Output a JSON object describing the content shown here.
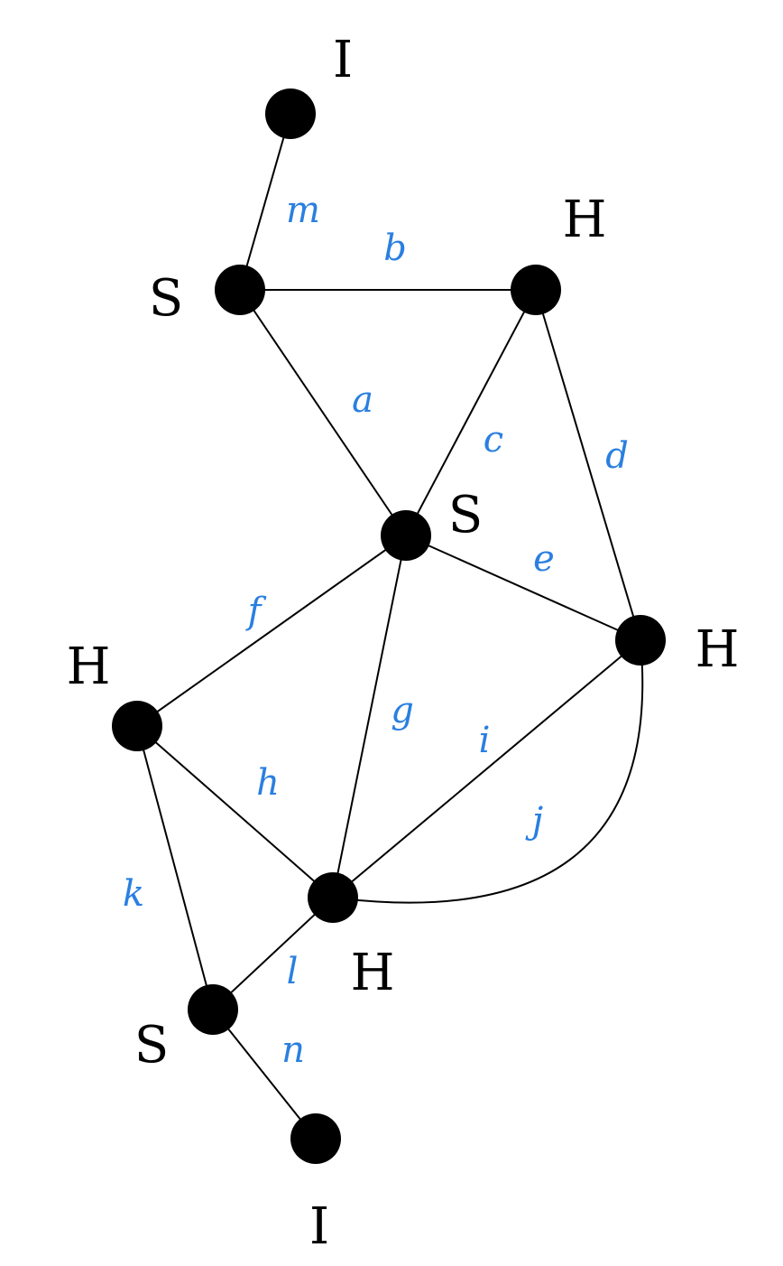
{
  "colors": {
    "node": "#000000",
    "edge": "#000000",
    "edge_label": "#2a7fe0",
    "background": "#ffffff"
  },
  "nodes": [
    {
      "id": "n1",
      "label": "I"
    },
    {
      "id": "n2",
      "label": "S"
    },
    {
      "id": "n3",
      "label": "H"
    },
    {
      "id": "n4",
      "label": "S"
    },
    {
      "id": "n5",
      "label": "H"
    },
    {
      "id": "n6",
      "label": "H"
    },
    {
      "id": "n7",
      "label": "H"
    },
    {
      "id": "n8",
      "label": "S"
    },
    {
      "id": "n9",
      "label": "I"
    }
  ],
  "edges": [
    {
      "id": "m",
      "label": "m",
      "from": "n1",
      "to": "n2"
    },
    {
      "id": "b",
      "label": "b",
      "from": "n2",
      "to": "n3"
    },
    {
      "id": "a",
      "label": "a",
      "from": "n2",
      "to": "n4"
    },
    {
      "id": "c",
      "label": "c",
      "from": "n3",
      "to": "n4"
    },
    {
      "id": "d",
      "label": "d",
      "from": "n3",
      "to": "n5"
    },
    {
      "id": "e",
      "label": "e",
      "from": "n4",
      "to": "n5"
    },
    {
      "id": "f",
      "label": "f",
      "from": "n4",
      "to": "n6"
    },
    {
      "id": "g",
      "label": "g",
      "from": "n4",
      "to": "n7"
    },
    {
      "id": "h",
      "label": "h",
      "from": "n6",
      "to": "n7"
    },
    {
      "id": "i",
      "label": "i",
      "from": "n5",
      "to": "n7"
    },
    {
      "id": "j",
      "label": "j",
      "from": "n5",
      "to": "n7"
    },
    {
      "id": "k",
      "label": "k",
      "from": "n6",
      "to": "n8"
    },
    {
      "id": "l",
      "label": "l",
      "from": "n7",
      "to": "n8"
    },
    {
      "id": "n",
      "label": "n",
      "from": "n8",
      "to": "n9"
    }
  ]
}
